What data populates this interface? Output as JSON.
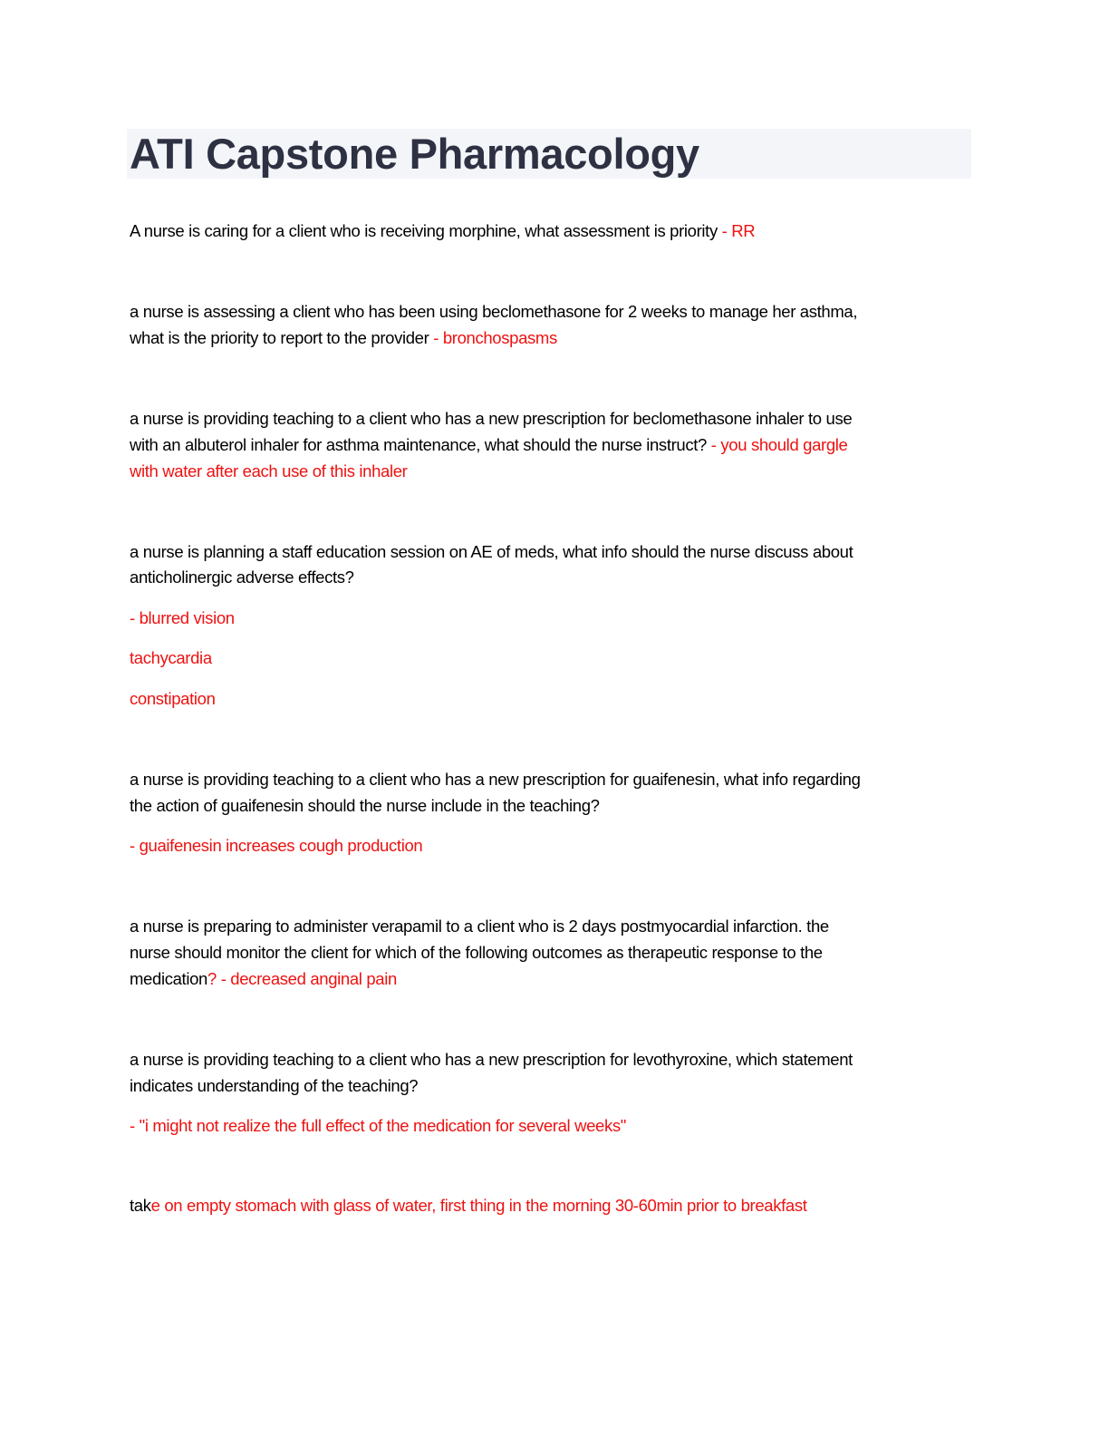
{
  "title": "ATI Capstone Pharmacology",
  "answer_color": "#ee1111",
  "questions": [
    {
      "lines": [
        {
          "q": "A nurse is caring for a client who is receiving morphine, what assessment is priority ",
          "a": "- RR"
        }
      ]
    },
    {
      "lines": [
        {
          "q": "a nurse is assessing a client who has been using beclomethasone for 2 weeks to manage her asthma,",
          "a": ""
        },
        {
          "q": "what is the priority to report to the provider ",
          "a": "- bronchospasms"
        }
      ]
    },
    {
      "lines": [
        {
          "q": "a nurse is providing teaching to a client who has a new prescription for beclomethasone inhaler to use",
          "a": ""
        },
        {
          "q": "with an albuterol inhaler for asthma maintenance, what should the nurse instruct? ",
          "a": "- you should gargle"
        },
        {
          "q": "",
          "a": "with water after each use of this inhaler"
        }
      ]
    },
    {
      "lines": [
        {
          "q": "a nurse is planning a staff education session on AE of meds, what info should the nurse discuss about",
          "a": ""
        },
        {
          "q": "anticholinergic adverse effects?",
          "a": ""
        },
        {
          "q": "",
          "a": "- blurred vision"
        },
        {
          "q": "",
          "a": "tachycardia"
        },
        {
          "q": "",
          "a": "constipation"
        }
      ]
    },
    {
      "lines": [
        {
          "q": "a nurse is providing teaching to a client who has a new prescription for guaifenesin, what info regarding",
          "a": ""
        },
        {
          "q": "the action of guaifenesin should the nurse include in the teaching?",
          "a": ""
        },
        {
          "q": "",
          "a": "- guaifenesin increases cough production"
        }
      ]
    },
    {
      "lines": [
        {
          "q": "a nurse is preparing to administer verapamil to a client who is 2 days postmyocardial infarction. the",
          "a": ""
        },
        {
          "q": "nurse should monitor the client for which of the following outcomes as therapeutic response to the",
          "a": ""
        },
        {
          "q": "medication",
          "a": "? - decreased anginal pain"
        }
      ]
    },
    {
      "lines": [
        {
          "q": "a nurse is providing teaching to a client who has a new prescription for levothyroxine, which statement",
          "a": ""
        },
        {
          "q": "indicates understanding of the teaching?",
          "a": ""
        },
        {
          "q": "",
          "a": "- \"i might not realize the full effect of the medication for several weeks\""
        }
      ]
    },
    {
      "lines": [
        {
          "q": "tak",
          "a": "e on empty stomach with glass of water, first thing in the morning 30-60min prior to breakfast"
        }
      ]
    }
  ]
}
